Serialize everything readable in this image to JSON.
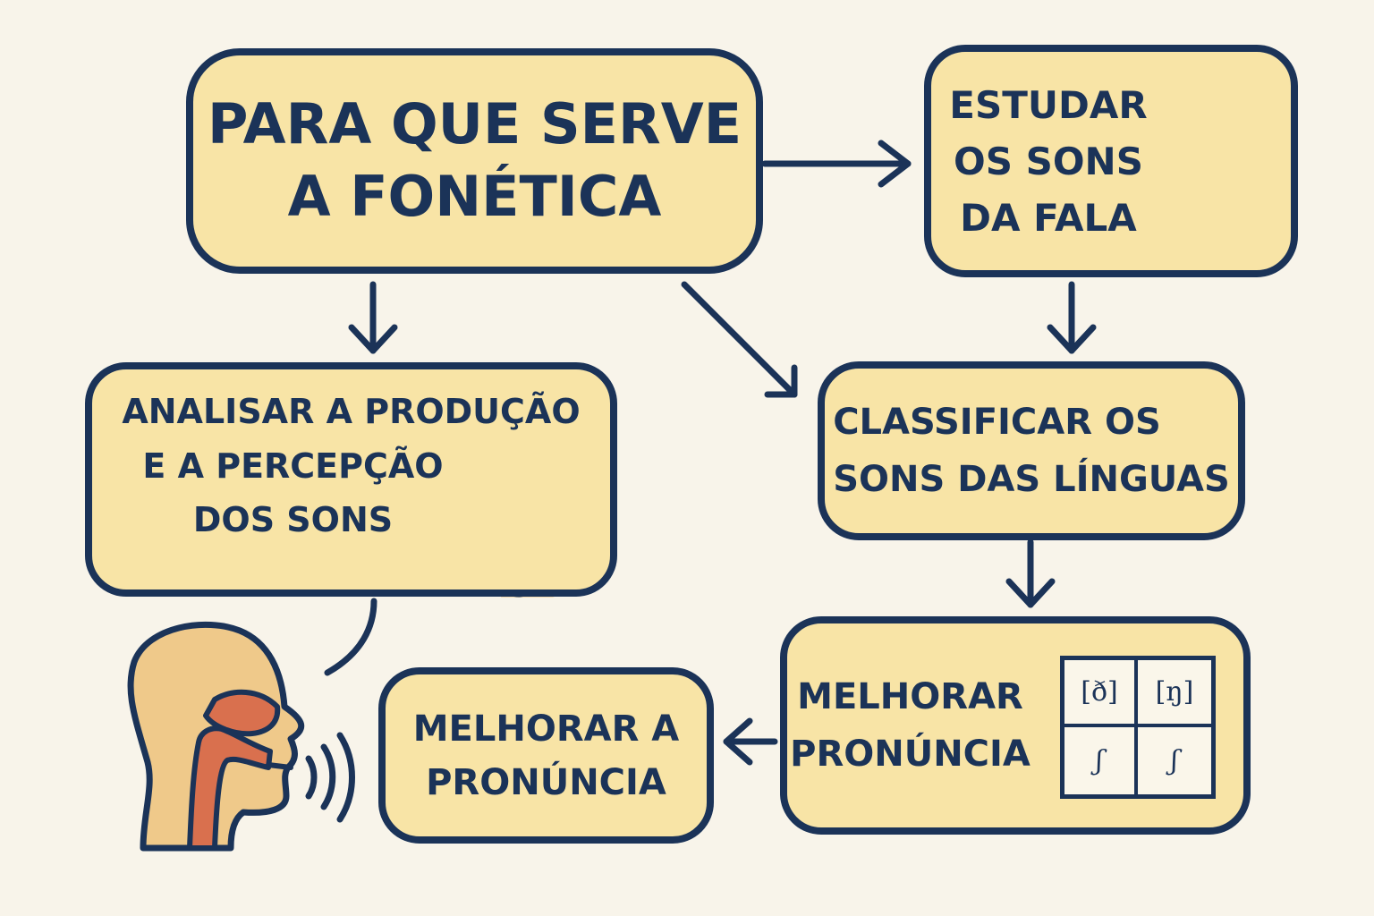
{
  "title": {
    "line1": "PARA QUE SERVE",
    "line2": "A FONÉTICA"
  },
  "boxes": {
    "estudar": {
      "lines": [
        "ESTUDAR",
        "OS SONS",
        "DA FALA"
      ]
    },
    "analisar": {
      "lines": [
        "ANALISAR A PRODUÇÃO",
        "E A PERCEPÇÃO",
        "DOS SONS"
      ]
    },
    "classificar": {
      "lines": [
        "CLASSIFICAR OS",
        "SONS DAS LÍNGUAS"
      ]
    },
    "melhorar_pronuncia": {
      "lines": [
        "MELHORAR",
        "PRONÚNCIA"
      ]
    },
    "melhorar_a_pronuncia": {
      "lines": [
        "MELHORAR A",
        "PRONÚNCIA"
      ]
    }
  },
  "ipa_symbols": [
    "[ð]",
    "[ŋ]",
    "ʃ",
    "ʃ"
  ],
  "icons": {
    "speaker": "speaker-icon",
    "ear": "ear-icon",
    "head": "head-profile-icon"
  },
  "colors": {
    "box_fill": "#f8e4a6",
    "outline": "#1b3358",
    "background": "#f8f4ea",
    "speaker_fill": "#9fb1c2",
    "vocal_tract": "#d9704e",
    "skin": "#efc98a"
  }
}
